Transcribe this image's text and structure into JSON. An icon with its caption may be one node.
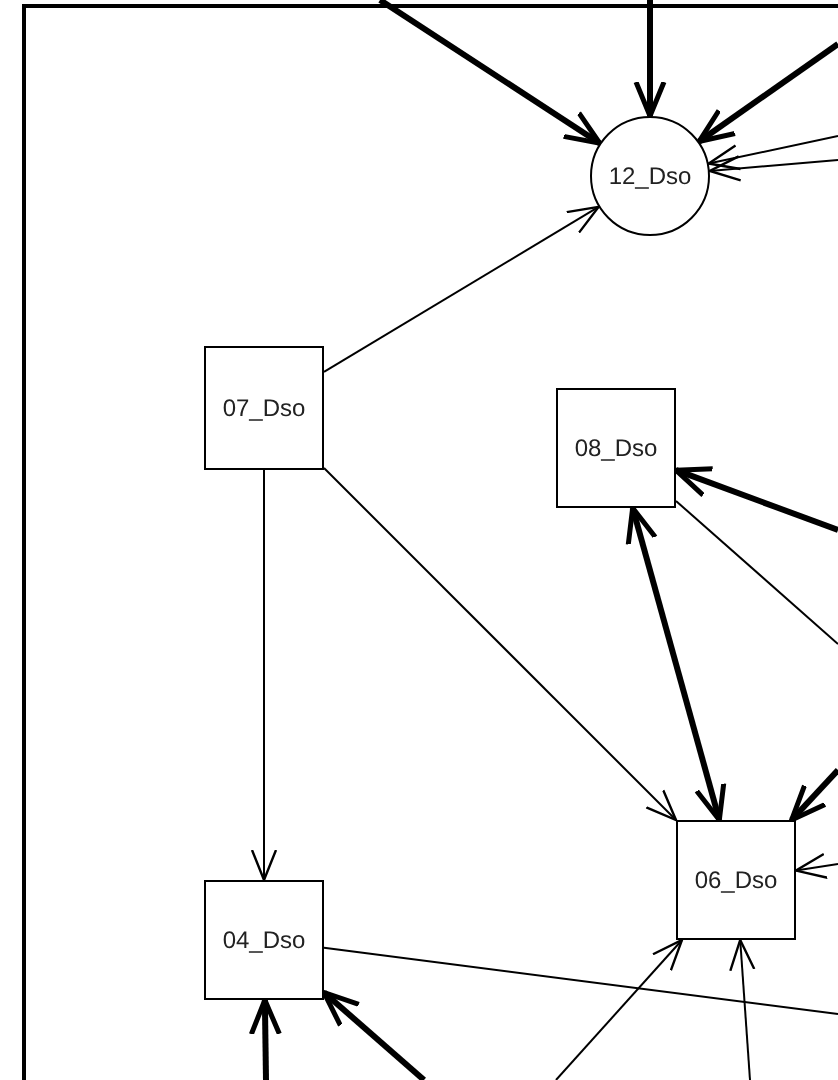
{
  "diagram": {
    "nodes": [
      {
        "text": [
          "12_Dso"
        ]
      },
      {
        "text": [
          "07_Dso"
        ]
      },
      {
        "text": [
          "08_Dso"
        ]
      },
      {
        "text": [
          "06_Dso"
        ]
      },
      {
        "text": [
          "04_Dso"
        ]
      }
    ],
    "edges": [
      {
        "from": 1,
        "to": 0,
        "arrow": "to"
      },
      {
        "from": 1,
        "to": 4,
        "arrow": "to"
      },
      {
        "from": 1,
        "to": 3,
        "arrow": "to"
      },
      {
        "from": 2,
        "to": 3,
        "arrow": "both",
        "style": "thick"
      },
      {
        "from": null,
        "to": 0,
        "arrow": "to",
        "style": "thick"
      },
      {
        "from": null,
        "to": 0,
        "arrow": "to",
        "style": "thick"
      },
      {
        "from": null,
        "to": 0,
        "arrow": "to",
        "style": "thick"
      },
      {
        "from": null,
        "to": 0,
        "arrow": "to"
      },
      {
        "from": null,
        "to": 0,
        "arrow": "to"
      },
      {
        "from": null,
        "to": 2,
        "arrow": "to",
        "style": "thick"
      },
      {
        "from": 2,
        "to": null,
        "arrow": "none"
      },
      {
        "from": null,
        "to": 3,
        "arrow": "to",
        "style": "thick"
      },
      {
        "from": null,
        "to": 3,
        "arrow": "to"
      },
      {
        "from": null,
        "to": 3,
        "arrow": "to"
      },
      {
        "from": null,
        "to": 3,
        "arrow": "to"
      },
      {
        "from": 4,
        "to": null,
        "arrow": "none"
      },
      {
        "from": null,
        "to": 4,
        "arrow": "to",
        "style": "thick"
      },
      {
        "from": null,
        "to": 4,
        "arrow": "to",
        "style": "thick"
      }
    ]
  }
}
